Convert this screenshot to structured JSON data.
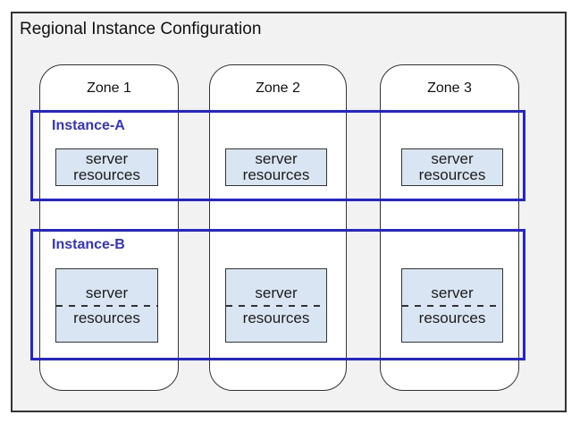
{
  "diagram": {
    "title": "Regional Instance Configuration",
    "zones": [
      {
        "label": "Zone 1"
      },
      {
        "label": "Zone 2"
      },
      {
        "label": "Zone 3"
      }
    ],
    "instances": [
      {
        "label": "Instance-A",
        "style": "solid",
        "resources": [
          {
            "line1": "server",
            "line2": "resources"
          },
          {
            "line1": "server",
            "line2": "resources"
          },
          {
            "line1": "server",
            "line2": "resources"
          }
        ]
      },
      {
        "label": "Instance-B",
        "style": "split-dashed",
        "resources": [
          {
            "line1": "server",
            "line2": "resources"
          },
          {
            "line1": "server",
            "line2": "resources"
          },
          {
            "line1": "server",
            "line2": "resources"
          }
        ]
      }
    ],
    "colors": {
      "region_fill": "#f2f2f2",
      "outline": "#333333",
      "instance_border": "#2323dd",
      "instance_label_text": "#3333cc",
      "server_box_fill": "#d9e5f2"
    }
  }
}
